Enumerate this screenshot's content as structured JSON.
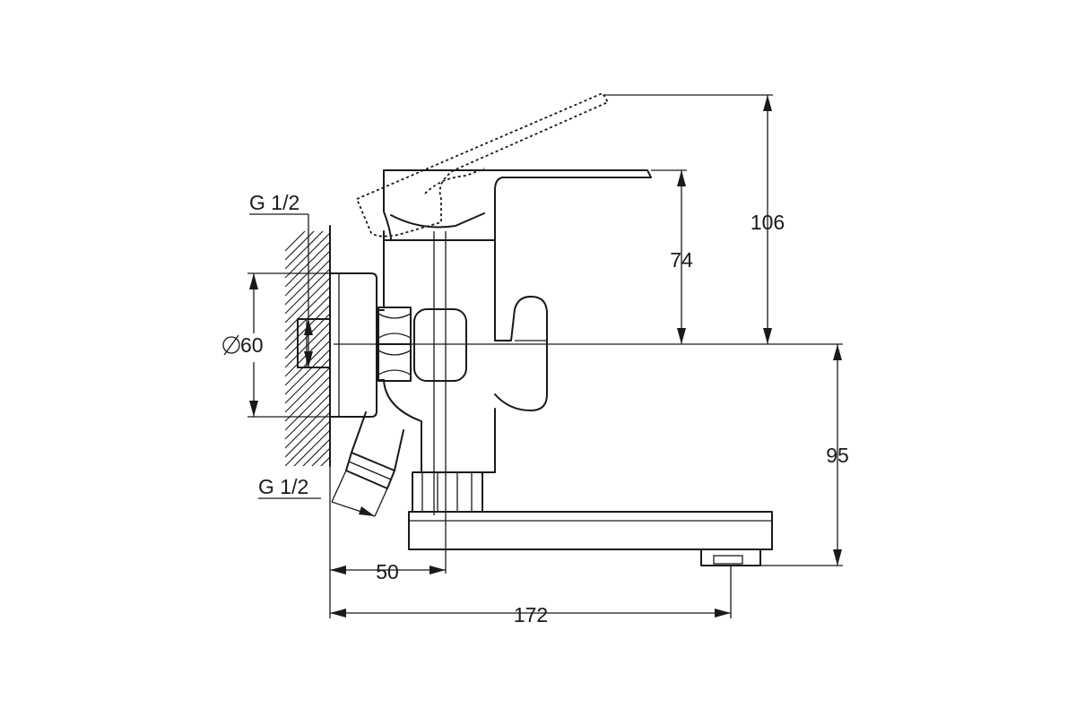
{
  "labels": {
    "thread_top": "G 1/2",
    "thread_bottom": "G 1/2",
    "diameter": "60"
  },
  "icons": {
    "diameter_symbol": "diameter-sign"
  },
  "dimensions": {
    "lever_raised_height": "106",
    "lever_height": "74",
    "spout_height": "95",
    "wall_to_axis": "50",
    "wall_to_outlet": "172"
  },
  "colors": {
    "line": "#1a1a1a",
    "background": "#ffffff"
  }
}
